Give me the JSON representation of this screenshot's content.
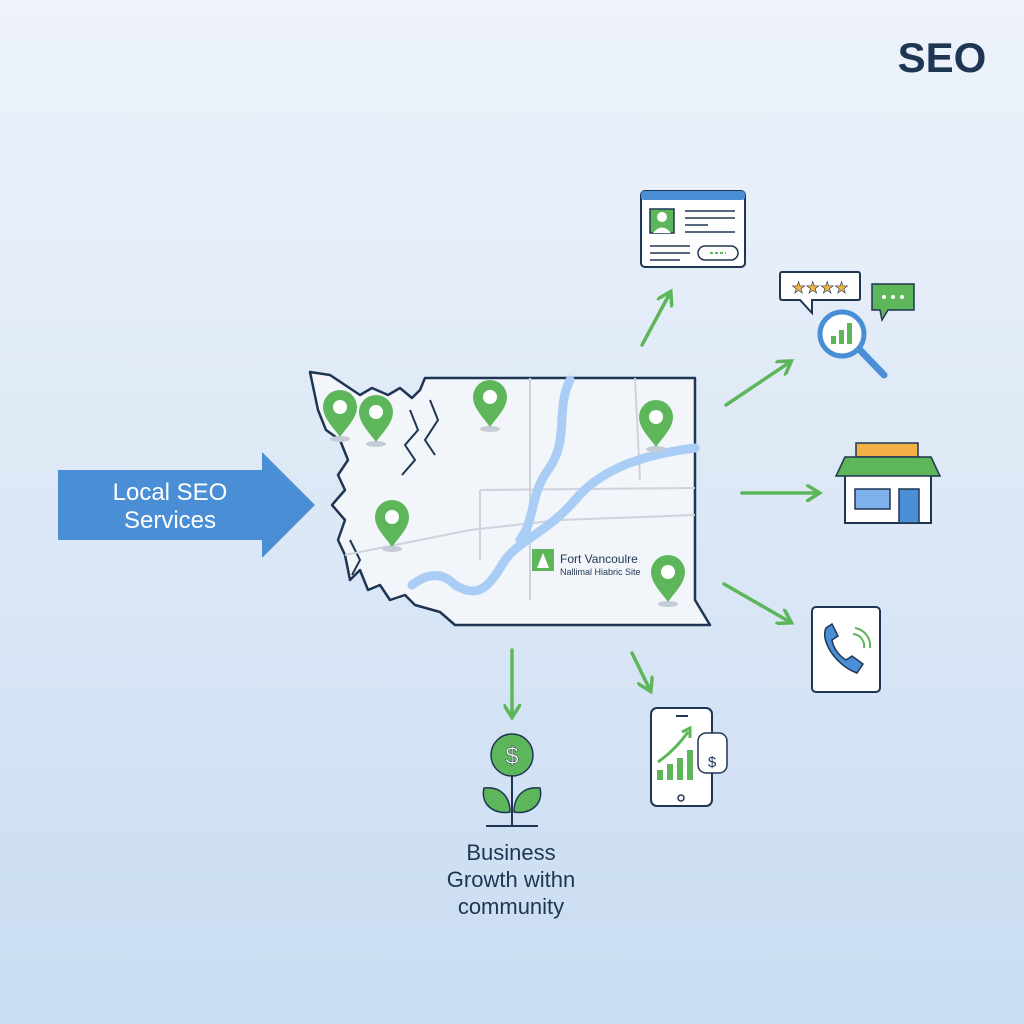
{
  "brand": {
    "label": "SEO"
  },
  "banner": {
    "line1": "Local SEO",
    "line2": "Services",
    "color": "#4a8fd6"
  },
  "map": {
    "landmark_title": "Fort Vancoulre",
    "landmark_subtitle": "Nallimal Hiabric Site",
    "pin_color": "#5db75a",
    "river_color": "#a9cdf5"
  },
  "outcome": {
    "line1": "Business",
    "line2": "Growth withn",
    "line3": "community"
  },
  "icons": [
    "business-profile-icon",
    "reviews-search-icon",
    "storefront-icon",
    "phone-call-icon",
    "mobile-growth-icon",
    "money-plant-icon"
  ],
  "colors": {
    "navy": "#1f3554",
    "green": "#5db75a",
    "blue": "#4a8fd6",
    "orange": "#f2b045"
  }
}
